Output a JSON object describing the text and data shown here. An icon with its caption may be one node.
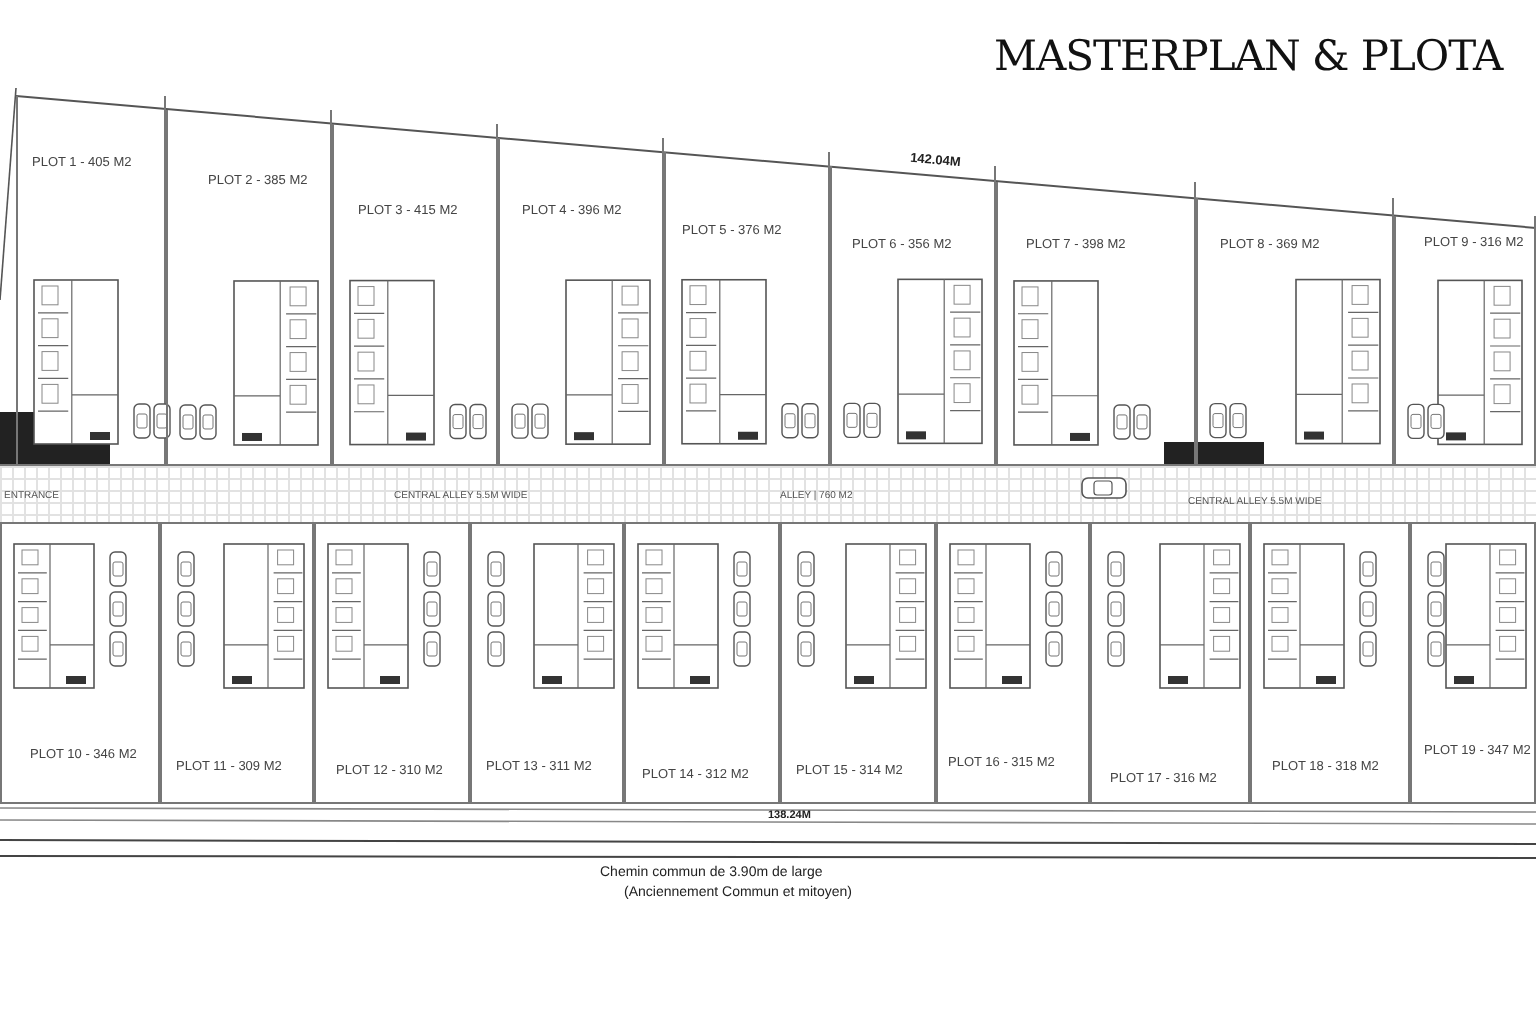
{
  "diagram": {
    "title": "MASTERPLAN & PLOTA",
    "nodes": [
      {
        "text": [
          "PLOT 1 - 405 M2"
        ]
      },
      {
        "text": [
          "PLOT 2 - 385 M2"
        ]
      },
      {
        "text": [
          "PLOT 3 - 415 M2"
        ]
      },
      {
        "text": [
          "PLOT 4 - 396 M2"
        ]
      },
      {
        "text": [
          "PLOT 5 - 376 M2"
        ]
      },
      {
        "text": [
          "PLOT 6 - 356 M2"
        ]
      },
      {
        "text": [
          "PLOT 7 - 398 M2"
        ]
      },
      {
        "text": [
          "PLOT 8 - 369 M2"
        ]
      },
      {
        "text": [
          "PLOT 9 - 316 M2"
        ]
      },
      {
        "text": [
          "PLOT 10 - 346 M2"
        ]
      },
      {
        "text": [
          "PLOT 11 - 309 M2"
        ]
      },
      {
        "text": [
          "PLOT 12 - 310 M2"
        ]
      },
      {
        "text": [
          "PLOT 13 - 311 M2"
        ]
      },
      {
        "text": [
          "PLOT 14 - 312 M2"
        ]
      },
      {
        "text": [
          "PLOT 15 - 314 M2"
        ]
      },
      {
        "text": [
          "PLOT 16 - 315 M2"
        ]
      },
      {
        "text": [
          "PLOT 17 - 316 M2"
        ]
      },
      {
        "text": [
          "PLOT 18 - 318 M2"
        ]
      },
      {
        "text": [
          "PLOT 19 - 347 M2"
        ]
      }
    ],
    "labels": [
      "142.04M",
      "ENTRANCE",
      "CENTRAL ALLEY 5.5M WIDE",
      "ALLEY | 760 M2",
      "CENTRAL ALLEY 5.5M WIDE",
      "138.24M",
      "Chemin commun de 3.90m de large",
      "(Anciennement Commun et mitoyen)"
    ]
  }
}
